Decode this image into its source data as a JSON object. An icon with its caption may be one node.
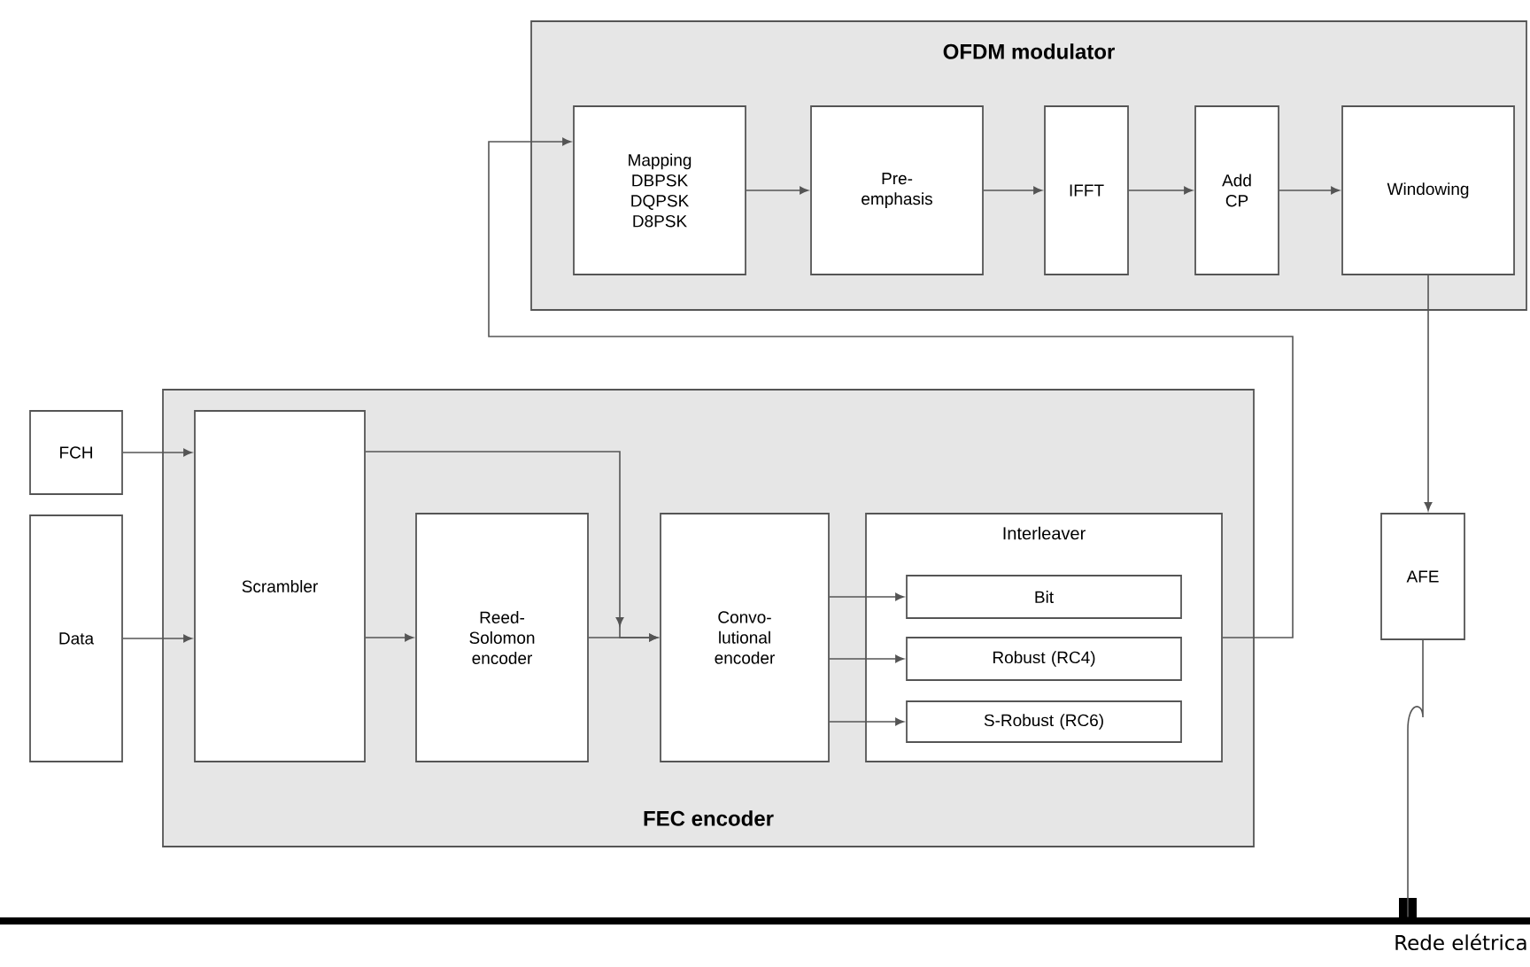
{
  "diagram": {
    "nodes": [
      {
        "text": [
          "OFDM modulator"
        ]
      },
      {
        "text": [
          "Mapping DBPSK DQPSK D8PSK"
        ],
        "in": 0
      },
      {
        "text": [
          "Pre-emphasis"
        ],
        "in": 0
      },
      {
        "text": [
          "IFFT"
        ],
        "in": 0
      },
      {
        "text": [
          "Add CP"
        ],
        "in": 0
      },
      {
        "text": [
          "Windowing"
        ],
        "in": 0
      },
      {
        "text": [
          "FEC encoder"
        ]
      },
      {
        "text": [
          "FCH"
        ]
      },
      {
        "text": [
          "Data"
        ]
      },
      {
        "text": [
          "Scrambler"
        ],
        "in": 6
      },
      {
        "text": [
          "Reed-Solomon encoder"
        ],
        "in": 6
      },
      {
        "text": [
          "Convo-lutional encoder"
        ],
        "in": 6
      },
      {
        "text": [
          "Interleaver"
        ],
        "in": 6
      },
      {
        "text": [
          "Bit"
        ],
        "in": 12
      },
      {
        "text": [
          "Robust (RC4)"
        ],
        "in": 12
      },
      {
        "text": [
          "S-Robust (RC6)"
        ],
        "in": 12
      },
      {
        "text": [
          "AFE"
        ]
      },
      {
        "text": [],
        "shape": "bar",
        "beside": [
          "Rede elétrica"
        ]
      }
    ],
    "edges": [
      {
        "from": 1,
        "to": 2,
        "arrow": "to"
      },
      {
        "from": 2,
        "to": 3,
        "arrow": "to"
      },
      {
        "from": 3,
        "to": 4,
        "arrow": "to"
      },
      {
        "from": 4,
        "to": 5,
        "arrow": "to"
      },
      {
        "from": 7,
        "to": 9,
        "arrow": "to"
      },
      {
        "from": 8,
        "to": 9,
        "arrow": "to"
      },
      {
        "from": 9,
        "to": 10,
        "arrow": "to"
      },
      {
        "from": 10,
        "to": 11,
        "arrow": "to"
      },
      {
        "from": 9,
        "to": 11,
        "arrow": "to"
      },
      {
        "from": 11,
        "to": 13,
        "arrow": "to"
      },
      {
        "from": 11,
        "to": 14,
        "arrow": "to"
      },
      {
        "from": 11,
        "to": 15,
        "arrow": "to"
      },
      {
        "from": 12,
        "to": 1,
        "arrow": "to"
      },
      {
        "from": 5,
        "to": 16,
        "arrow": "to"
      },
      {
        "from": 16,
        "to": 17,
        "arrow": "none"
      }
    ]
  }
}
